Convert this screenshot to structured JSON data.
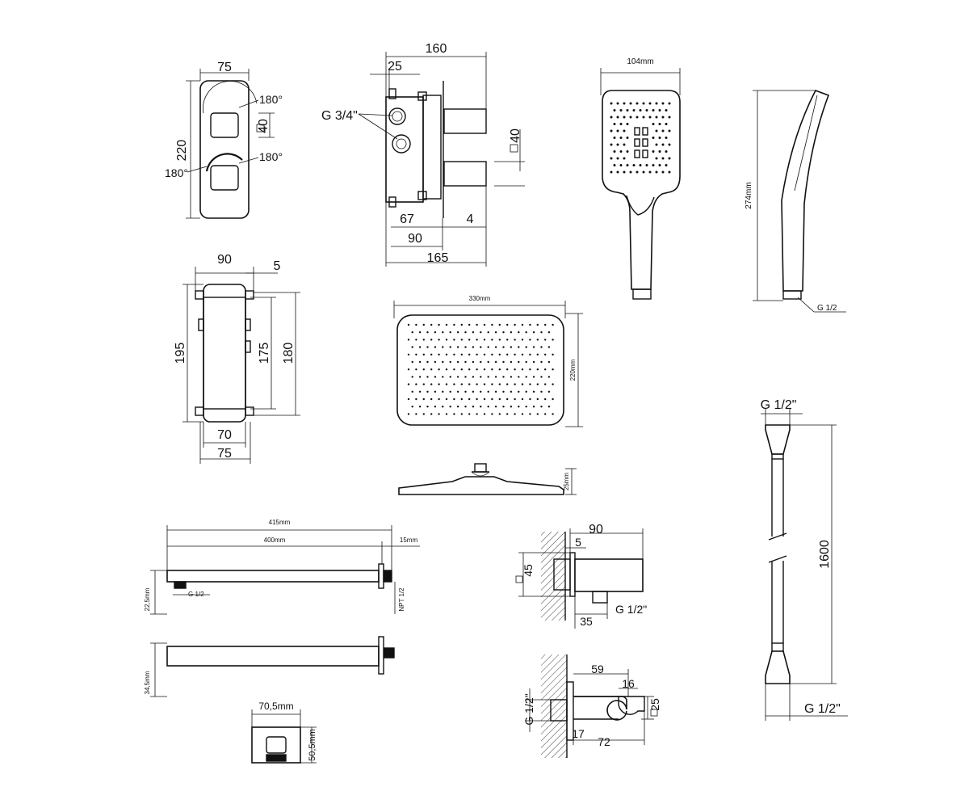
{
  "valve_front": {
    "width": "75",
    "height": "220",
    "rotation_top": "180°",
    "rotation_bottom_right": "180°",
    "rotation_bottom_left": "180°",
    "knob_size": "40"
  },
  "valve_side": {
    "total_top": "160",
    "offset_top": "25",
    "connection": "G 3/4\"",
    "knob_size": "40",
    "depth_a": "67",
    "plate": "4",
    "depth_b": "90",
    "total_bottom": "165"
  },
  "hand_shower": {
    "width": "104mm",
    "length": "274mm",
    "thread": "G 1/2"
  },
  "box": {
    "width": "90",
    "plate": "5",
    "height_outer": "195",
    "height_mid": "175",
    "height_inner": "180",
    "width_inner": "70",
    "width_outer": "75"
  },
  "rain_shower": {
    "width": "330mm",
    "depth": "220mm",
    "thickness": "25mm"
  },
  "shower_arm": {
    "total": "415mm",
    "length": "400mm",
    "flange": "15mm",
    "height": "22,5mm",
    "thread_in": "G 1/2",
    "thread_out": "NPT 1/2",
    "side_height": "34,5mm",
    "flange_width": "70,5mm",
    "flange_height": "50,5mm"
  },
  "wall_outlet": {
    "depth": "90",
    "plate": "5",
    "size": "45",
    "base": "35",
    "thread": "G 1/2\""
  },
  "spout": {
    "length": "59",
    "nozzle": "16",
    "size": "25",
    "thread": "G 1/2\"",
    "base": "17",
    "total": "72"
  },
  "hose": {
    "thread_top": "G 1/2\"",
    "length": "1600",
    "thread_bottom": "G 1/2\""
  }
}
